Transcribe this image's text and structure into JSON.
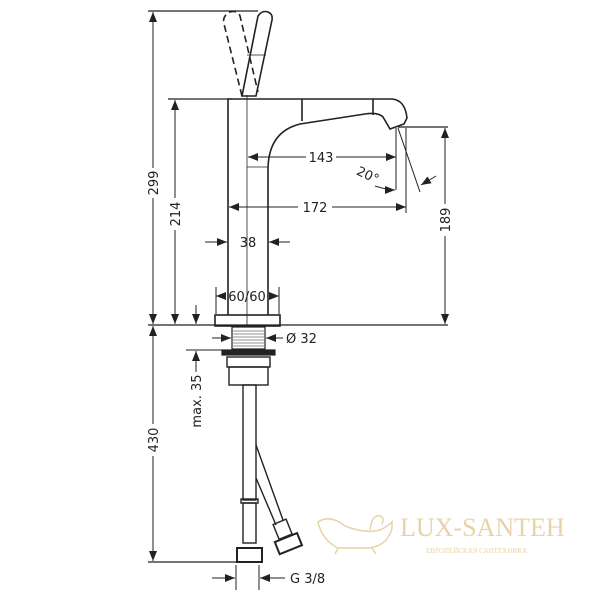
{
  "drawing": {
    "dimensions": {
      "total_height": "299",
      "body_height": "214",
      "spout_height": "189",
      "spout_reach_inner": "143",
      "spout_reach_outer": "172",
      "spout_angle": "20°",
      "body_width": "38",
      "base_size": "60/60",
      "mount_diameter": "Ø 32",
      "max_deck_thickness": "max. 35",
      "hose_length": "430",
      "connection": "G 3/8"
    }
  },
  "watermark": {
    "brand": "LUX-SANTEH",
    "tagline": "ЕВРОПЕЙСКАЯ САНТЕХНИКА"
  },
  "colors": {
    "line": "#222222",
    "watermark": "#e6cf9f"
  }
}
